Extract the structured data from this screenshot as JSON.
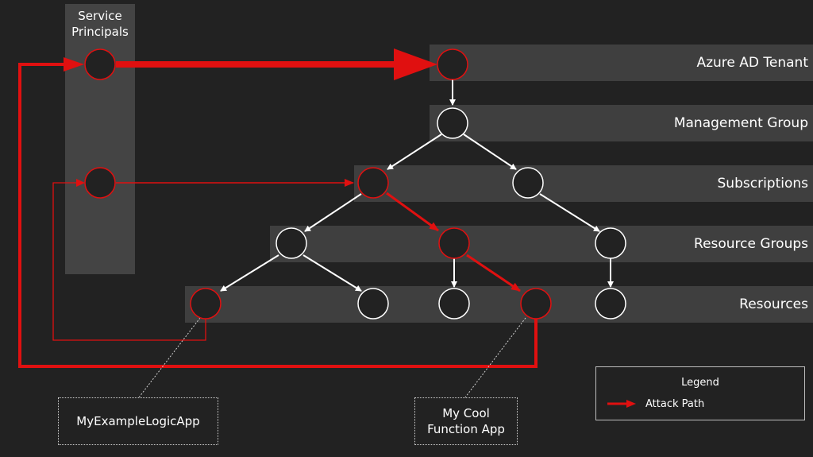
{
  "service_principals": {
    "title": "Service\nPrincipals"
  },
  "tiers": [
    {
      "label": "Azure AD Tenant"
    },
    {
      "label": "Management Group"
    },
    {
      "label": "Subscriptions"
    },
    {
      "label": "Resource Groups"
    },
    {
      "label": "Resources"
    }
  ],
  "callouts": {
    "logic_app": "MyExampleLogicApp",
    "function_app": "My Cool\nFunction App"
  },
  "legend": {
    "title": "Legend",
    "attack_path": "Attack Path"
  },
  "colors": {
    "attack": "#e01010",
    "node_stroke": "#ffffff",
    "node_fill": "#222222",
    "band": "#3f3f3f"
  }
}
